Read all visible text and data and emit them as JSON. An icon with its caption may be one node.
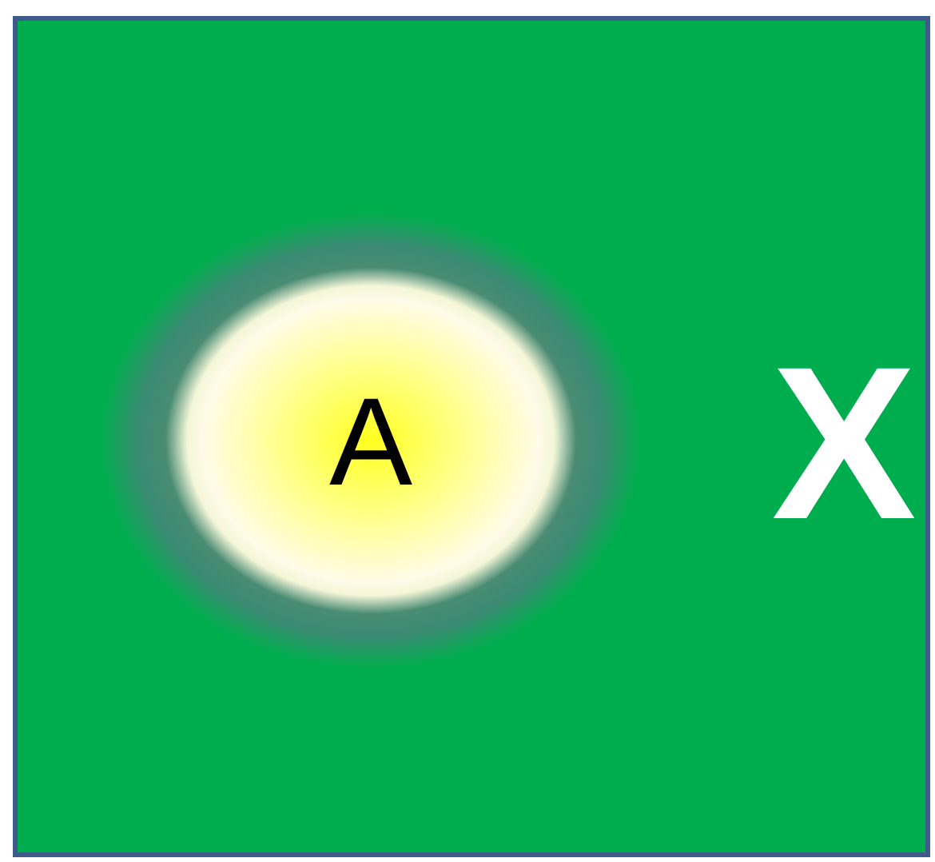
{
  "diagram": {
    "nodes": [
      {
        "text": [
          "X"
        ]
      },
      {
        "text": [
          "A"
        ],
        "in": 0
      }
    ]
  }
}
